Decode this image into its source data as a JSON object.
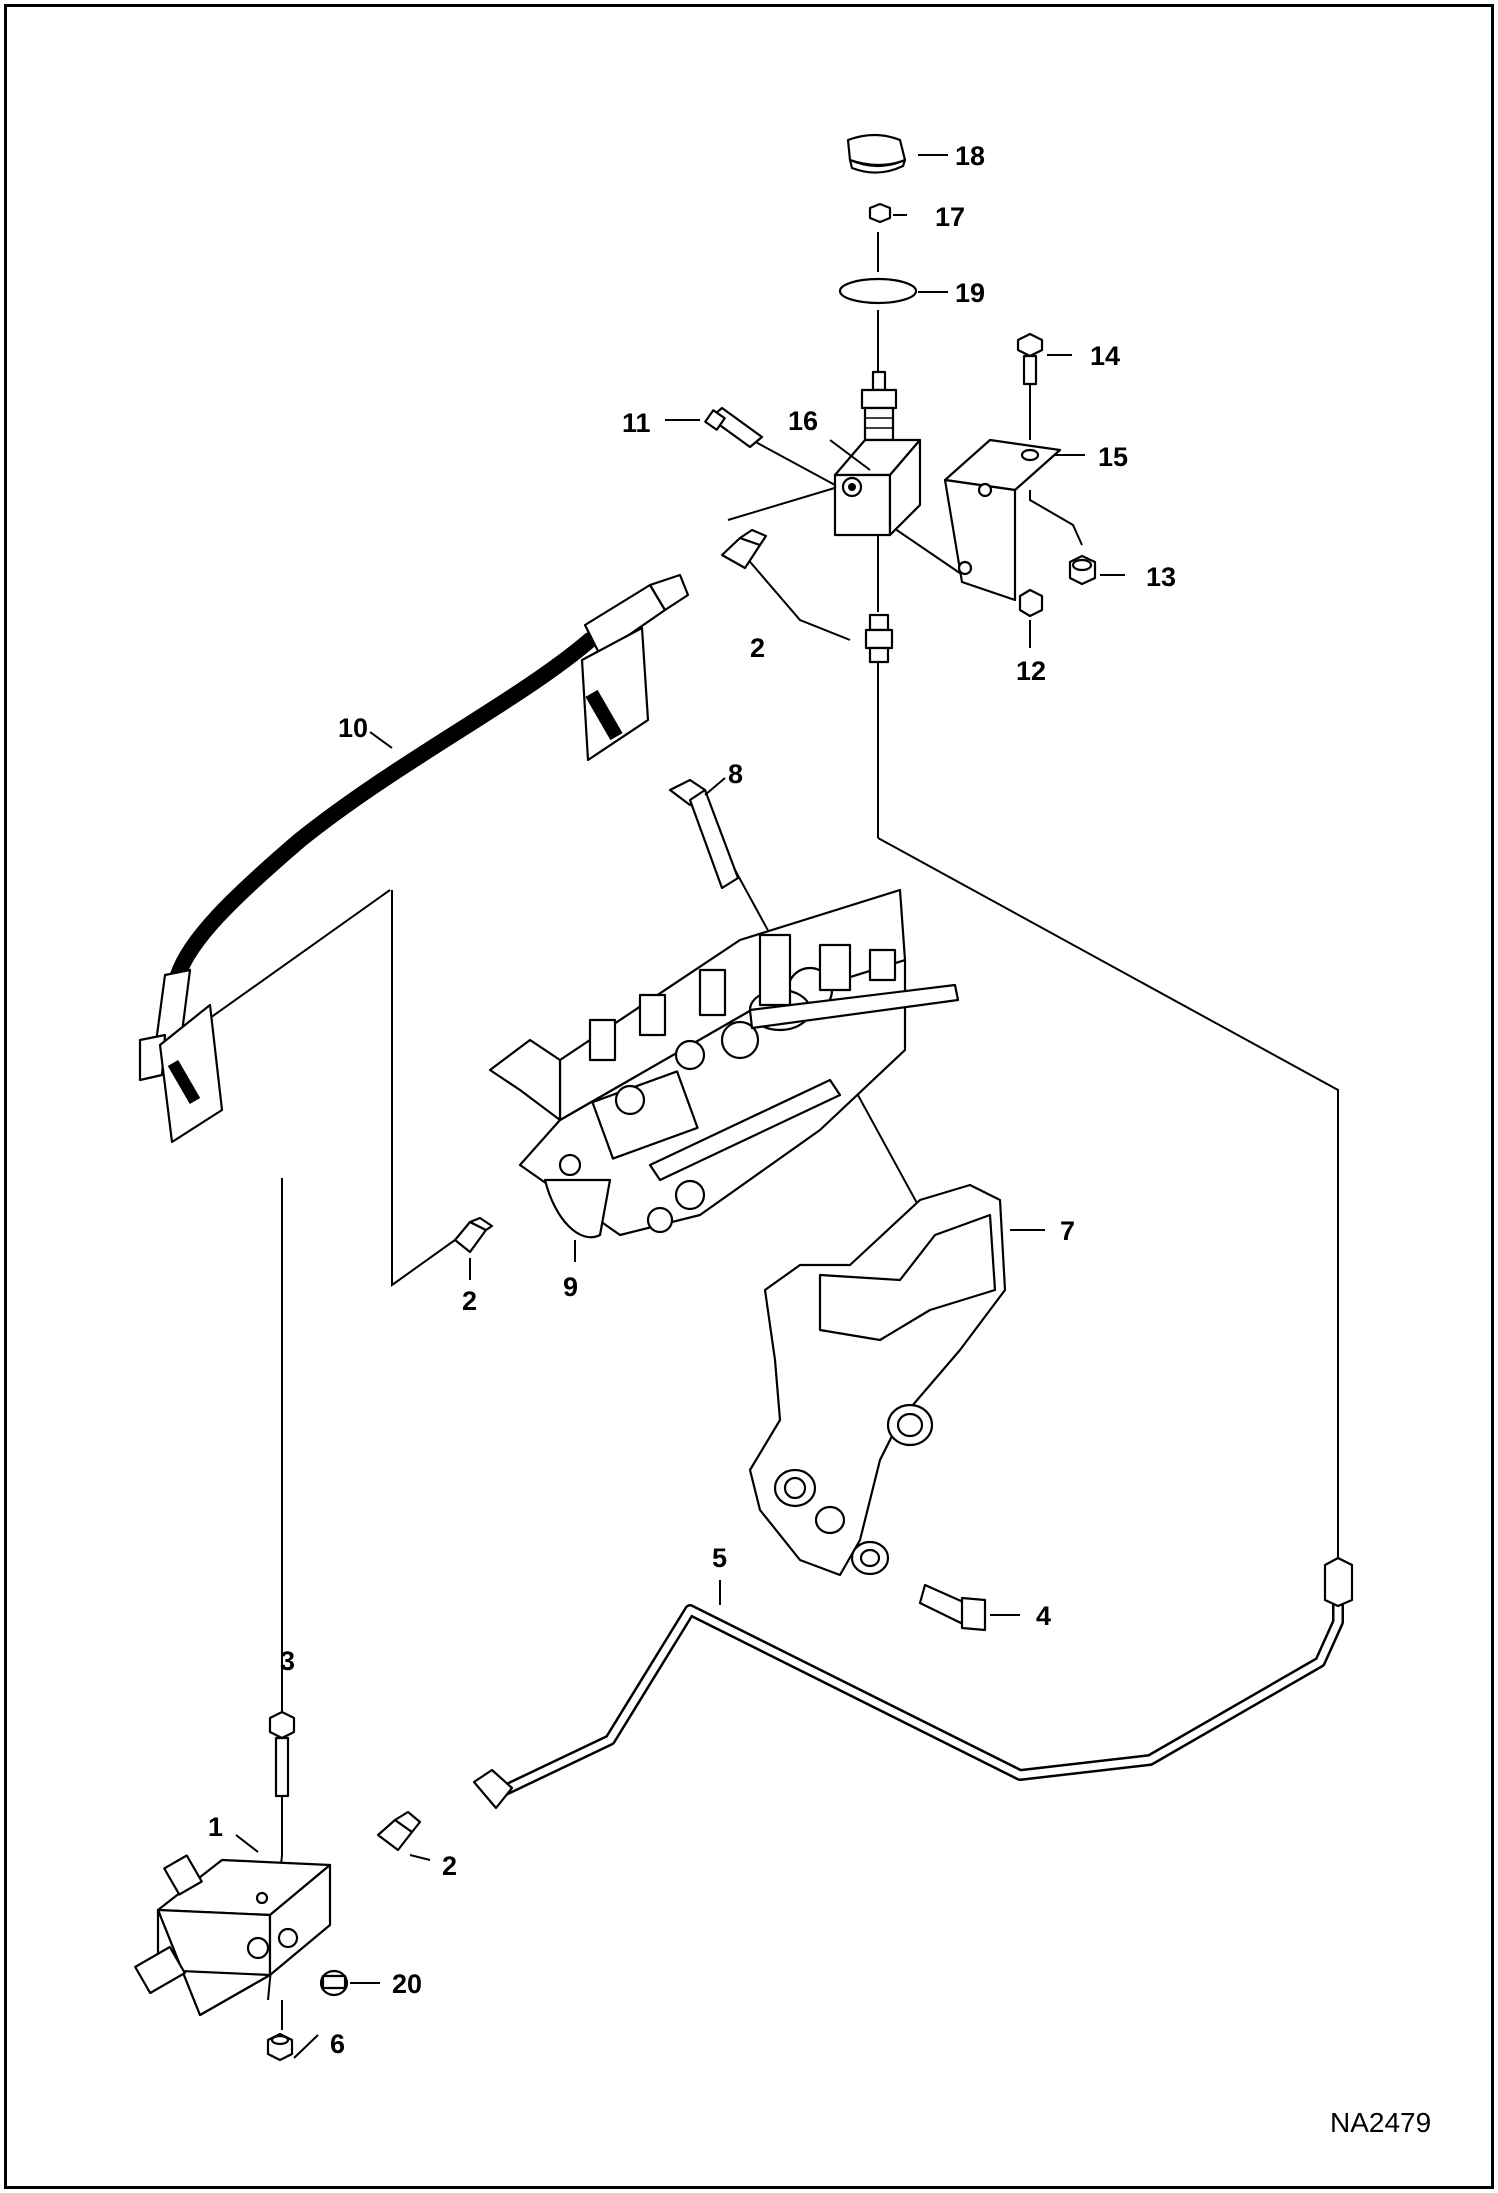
{
  "figure_id": "NA2479",
  "callouts": {
    "c18": "18",
    "c17": "17",
    "c19": "19",
    "c14": "14",
    "c16": "16",
    "c11": "11",
    "c15": "15",
    "c13": "13",
    "c12": "12",
    "c2a": "2",
    "c10": "10",
    "c8": "8",
    "c7": "7",
    "c2b": "2",
    "c9": "9",
    "c5": "5",
    "c4": "4",
    "c3": "3",
    "c1": "1",
    "c2c": "2",
    "c20": "20",
    "c6": "6"
  }
}
